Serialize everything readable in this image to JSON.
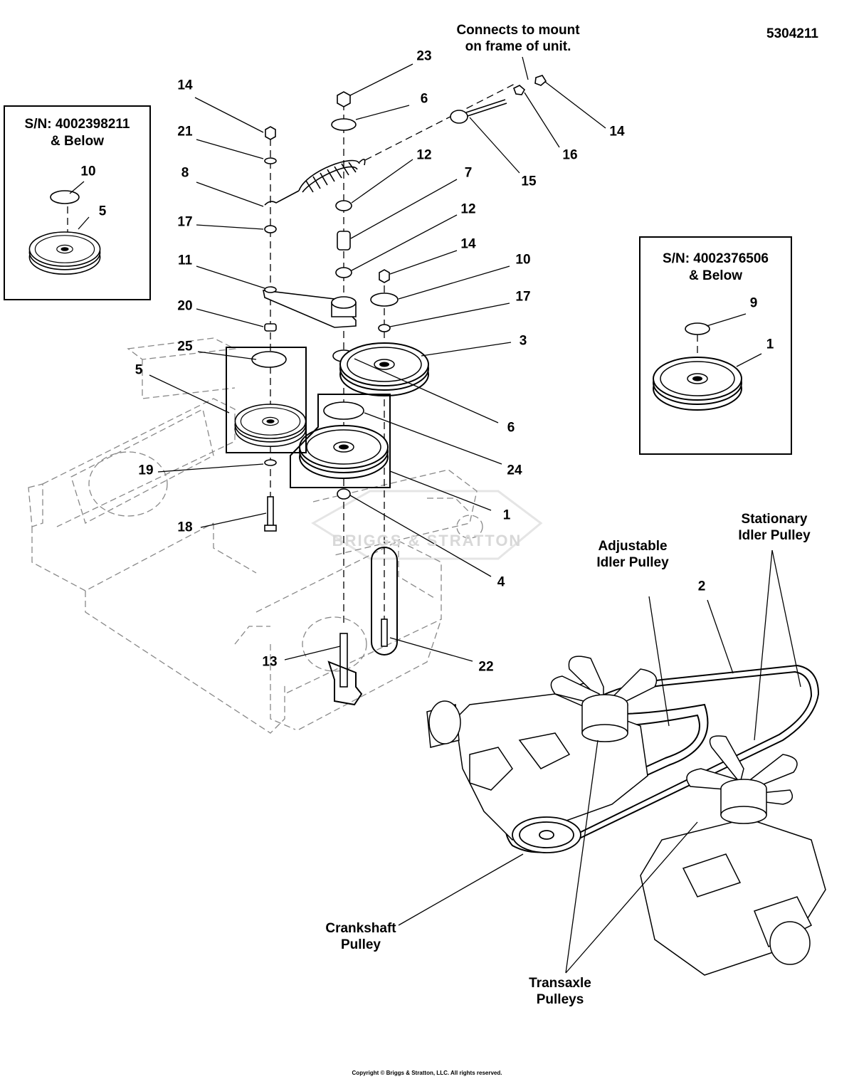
{
  "doc_number": "5304211",
  "note_frame_mount": [
    "Connects to mount",
    "on frame of unit."
  ],
  "inset_left": {
    "title": [
      "S/N: 4002398211",
      "& Below"
    ],
    "callouts": [
      "10",
      "5"
    ]
  },
  "inset_right": {
    "title": [
      "S/N: 4002376506",
      "& Below"
    ],
    "callouts": [
      "9",
      "1"
    ]
  },
  "callouts": [
    "23",
    "6",
    "14",
    "21",
    "8",
    "17",
    "11",
    "20",
    "25",
    "5",
    "19",
    "18",
    "12",
    "7",
    "12",
    "14",
    "10",
    "17",
    "3",
    "6",
    "24",
    "1",
    "4",
    "22",
    "13",
    "14",
    "16",
    "15",
    "2"
  ],
  "labels": {
    "stationary_idler": [
      "Stationary",
      "Idler Pulley"
    ],
    "adjustable_idler": [
      "Adjustable",
      "Idler Pulley"
    ],
    "crankshaft": [
      "Crankshaft",
      "Pulley"
    ],
    "transaxle": [
      "Transaxle",
      "Pulleys"
    ]
  },
  "watermark": "BRIGGS & STRATTON",
  "copyright": "Copyright © Briggs & Stratton, LLC. All rights reserved."
}
